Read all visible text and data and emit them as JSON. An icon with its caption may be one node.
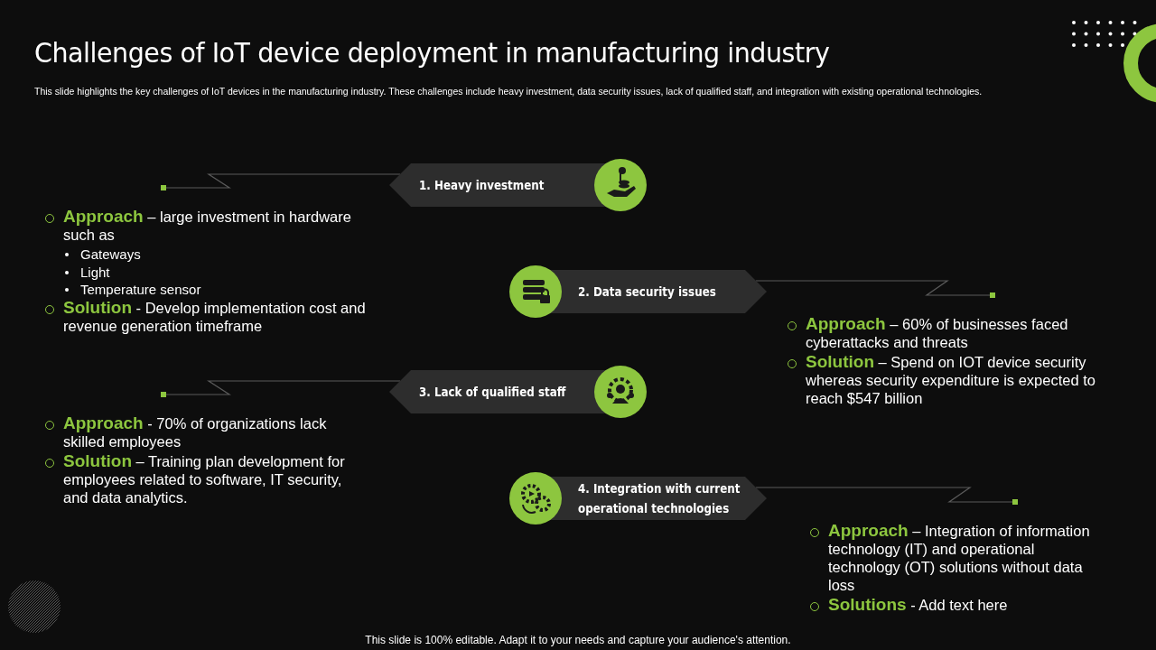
{
  "diagram": {
    "title": "Challenges of IoT device deployment in manufacturing industry",
    "nodes": [
      {
        "text": [
          "1. Heavy investment"
        ]
      },
      {
        "text": [
          "**Approach** – large investment in hardware such as",
          "Gateways",
          "Light",
          "Temperature sensor",
          "**Solution** -  Develop implementation cost and revenue generation timeframe"
        ]
      },
      {
        "text": [
          "2. Data security issues"
        ]
      },
      {
        "text": [
          "**Approach** – 60% of businesses faced cyberattacks and threats",
          "**Solution** – Spend on IOT  device security whereas security expenditure is expected to reach $547 billion"
        ]
      },
      {
        "text": [
          "3. Lack of qualified staff"
        ]
      },
      {
        "text": [
          "**Approach**  - 70% of organizations lack skilled employees",
          "**Solution** – Training plan development for employees related to software, IT security, and data analytics."
        ]
      },
      {
        "text": [
          "4. Integration with current operational technologies"
        ]
      },
      {
        "text": [
          "**Approach** – Integration  of information technology (IT)  and operational technology (OT) solutions without data loss",
          "**Solutions** - Add text here"
        ]
      }
    ],
    "edges": [
      {
        "from": 0,
        "to": 1,
        "arrow": "other"
      },
      {
        "from": 2,
        "to": 3,
        "arrow": "other"
      },
      {
        "from": 4,
        "to": 5,
        "arrow": "other"
      },
      {
        "from": 6,
        "to": 7,
        "arrow": "other"
      }
    ],
    "labels": [
      "This slide highlights the key challenges of IoT devices in the manufacturing industry. These challenges include heavy investment, data security issues, lack of qualified staff, and integration with existing operational technologies.",
      "This slide is 100% editable. Adapt it to your needs and capture your audience's attention."
    ]
  }
}
